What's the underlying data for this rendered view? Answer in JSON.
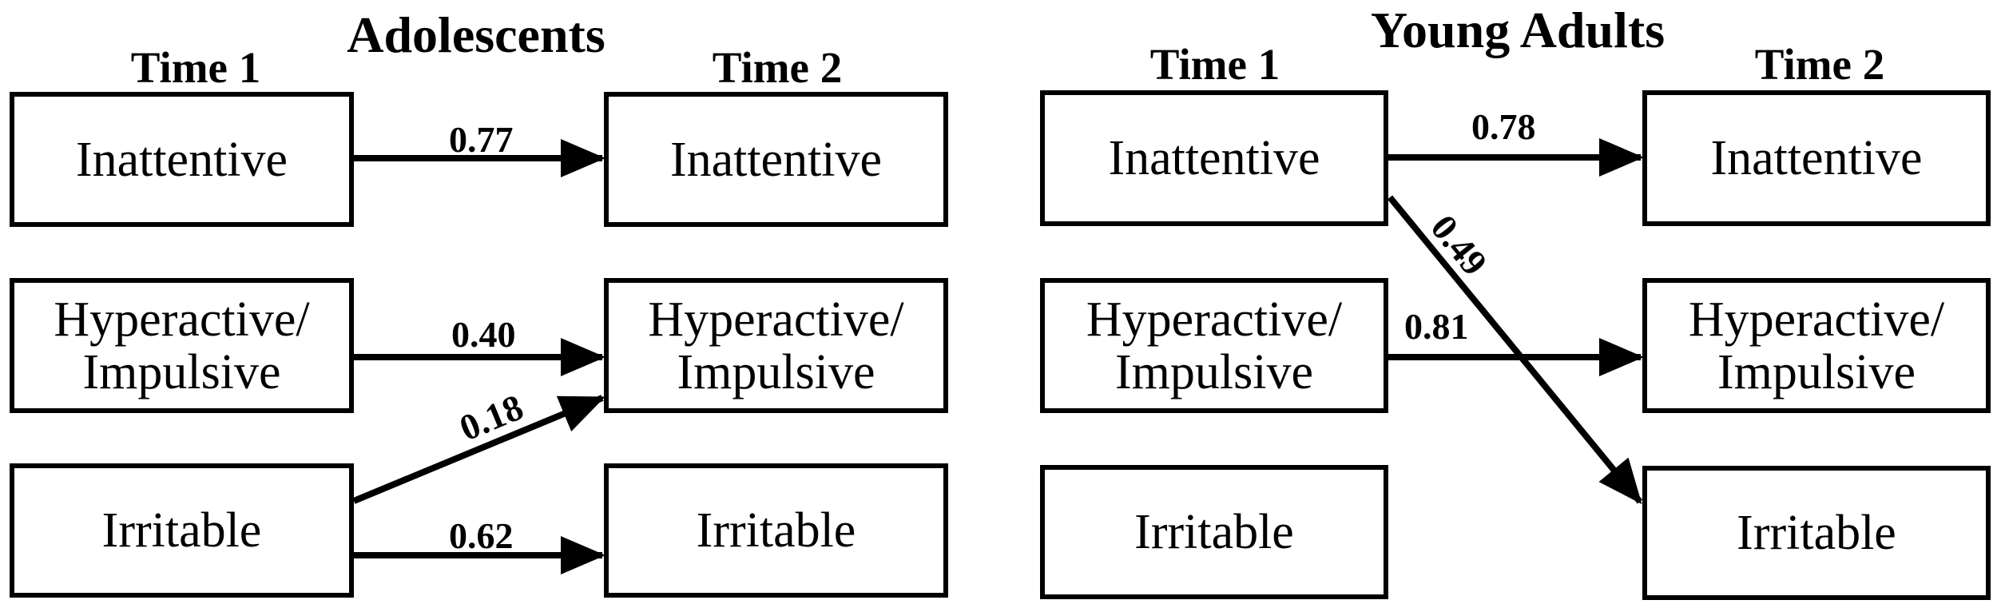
{
  "panels": [
    {
      "title": "Adolescents",
      "time1_label": "Time 1",
      "time2_label": "Time 2",
      "time1_nodes": [
        "Inattentive",
        "Hyperactive/\nImpulsive",
        "Irritable"
      ],
      "time2_nodes": [
        "Inattentive",
        "Hyperactive/\nImpulsive",
        "Irritable"
      ],
      "paths": [
        {
          "from": "Inattentive (Time 1)",
          "to": "Inattentive (Time 2)",
          "coefficient": "0.77"
        },
        {
          "from": "Hyperactive/Impulsive (Time 1)",
          "to": "Hyperactive/Impulsive (Time 2)",
          "coefficient": "0.40"
        },
        {
          "from": "Irritable (Time 1)",
          "to": "Hyperactive/Impulsive (Time 2)",
          "coefficient": "0.18"
        },
        {
          "from": "Irritable (Time 1)",
          "to": "Irritable (Time 2)",
          "coefficient": "0.62"
        }
      ]
    },
    {
      "title": "Young Adults",
      "time1_label": "Time 1",
      "time2_label": "Time 2",
      "time1_nodes": [
        "Inattentive",
        "Hyperactive/\nImpulsive",
        "Irritable"
      ],
      "time2_nodes": [
        "Inattentive",
        "Hyperactive/\nImpulsive",
        "Irritable"
      ],
      "paths": [
        {
          "from": "Inattentive (Time 1)",
          "to": "Inattentive (Time 2)",
          "coefficient": "0.78"
        },
        {
          "from": "Inattentive (Time 1)",
          "to": "Irritable (Time 2)",
          "coefficient": "0.49"
        },
        {
          "from": "Hyperactive/Impulsive (Time 1)",
          "to": "Hyperactive/Impulsive (Time 2)",
          "coefficient": "0.81"
        }
      ]
    }
  ],
  "colors": {
    "stroke": "#000000",
    "background": "#ffffff",
    "text": "#000000"
  }
}
